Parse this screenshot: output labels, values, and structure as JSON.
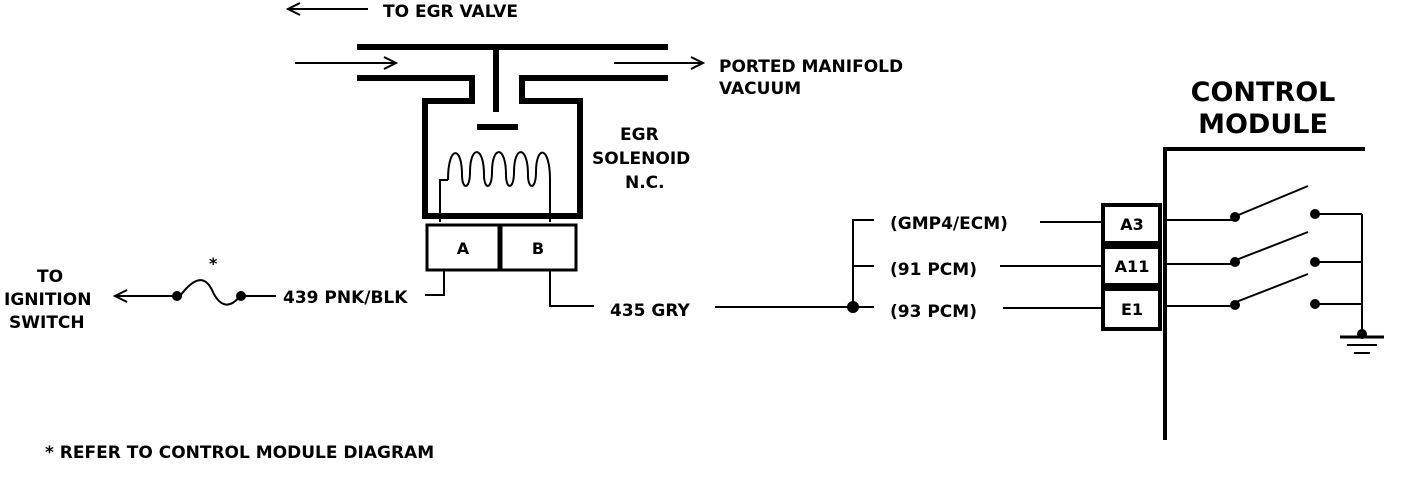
{
  "labels": {
    "to_egr_valve": "TO EGR VALVE",
    "ported_line1": "PORTED MANIFOLD",
    "ported_line2": "VACUUM",
    "solenoid_line1": "EGR",
    "solenoid_line2": "SOLENOID",
    "solenoid_line3": "N.C.",
    "terminal_a": "A",
    "terminal_b": "B",
    "ignition_line1": "TO",
    "ignition_line2": "IGNITION",
    "ignition_line3": "SWITCH",
    "fuse_mark": "*",
    "wire_439": "439 PNK/BLK",
    "wire_435": "435 GRY",
    "module_line1": "CONTROL",
    "module_line2": "MODULE",
    "footnote": "* REFER TO CONTROL MODULE DIAGRAM"
  },
  "circuits": [
    {
      "label": "(GMP4/ECM)",
      "pin": "A3"
    },
    {
      "label": "(91 PCM)",
      "pin": "A11"
    },
    {
      "label": "(93 PCM)",
      "pin": "E1"
    }
  ],
  "colors": {
    "ink": "#000000",
    "background": "#ffffff"
  }
}
